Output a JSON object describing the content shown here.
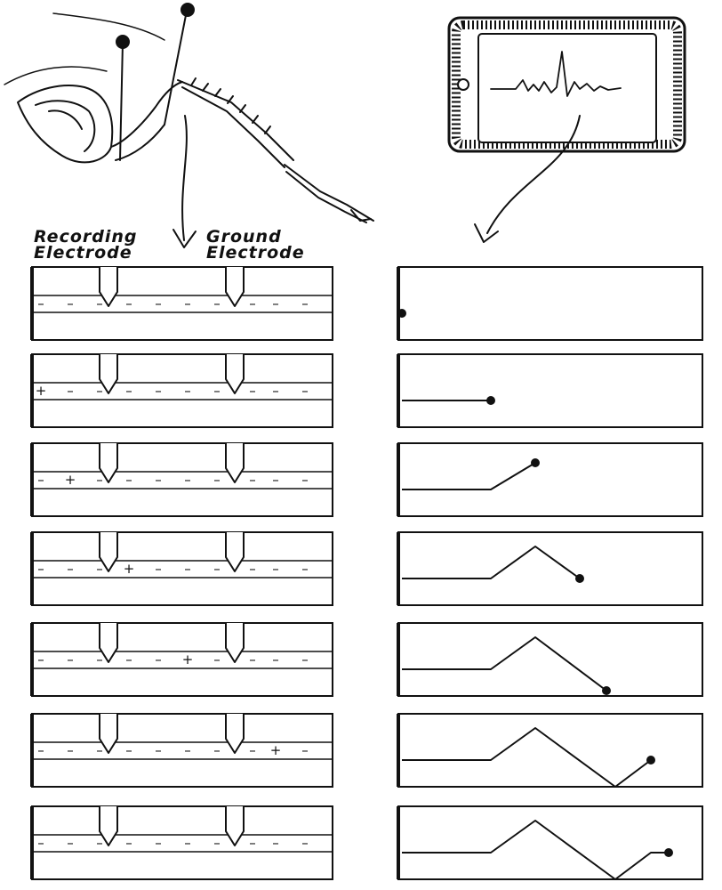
{
  "labels": {
    "recording_electrode": [
      "Recording",
      "Electrode"
    ],
    "ground_electrode": [
      "Ground",
      "Electrode"
    ]
  },
  "illustrations": {
    "insect": "mantis-leg-with-pins",
    "device": "tablet-showing-spike"
  },
  "stages": [
    {
      "signs": [
        "–",
        "–",
        "–",
        "–",
        "–",
        "–",
        "–",
        "–",
        "–",
        "–"
      ],
      "plus_index": -1,
      "trace": [
        [
          0,
          0
        ]
      ]
    },
    {
      "signs": [
        "+",
        "–",
        "–",
        "–",
        "–",
        "–",
        "–",
        "–",
        "–",
        "–"
      ],
      "plus_index": 0,
      "trace": [
        [
          0,
          0
        ],
        [
          1,
          0
        ]
      ]
    },
    {
      "signs": [
        "–",
        "+",
        "–",
        "–",
        "–",
        "–",
        "–",
        "–",
        "–",
        "–"
      ],
      "plus_index": 1,
      "trace": [
        [
          0,
          0
        ],
        [
          1,
          0
        ],
        [
          1.5,
          0.5
        ]
      ]
    },
    {
      "signs": [
        "–",
        "–",
        "–",
        "+",
        "–",
        "–",
        "–",
        "–",
        "–",
        "–"
      ],
      "plus_index": 3,
      "trace": [
        [
          0,
          0
        ],
        [
          1,
          0
        ],
        [
          1.5,
          0.6
        ],
        [
          2,
          0
        ]
      ]
    },
    {
      "signs": [
        "–",
        "–",
        "–",
        "–",
        "–",
        "+",
        "–",
        "–",
        "–",
        "–"
      ],
      "plus_index": 5,
      "trace": [
        [
          0,
          0
        ],
        [
          1,
          0
        ],
        [
          1.5,
          0.6
        ],
        [
          2.3,
          -0.4
        ]
      ]
    },
    {
      "signs": [
        "–",
        "–",
        "–",
        "–",
        "–",
        "–",
        "–",
        "–",
        "+",
        "–"
      ],
      "plus_index": 8,
      "trace": [
        [
          0,
          0
        ],
        [
          1,
          0
        ],
        [
          1.5,
          0.6
        ],
        [
          2.4,
          -0.5
        ],
        [
          2.8,
          0
        ]
      ]
    },
    {
      "signs": [
        "–",
        "–",
        "–",
        "–",
        "–",
        "–",
        "–",
        "–",
        "–",
        "–"
      ],
      "plus_index": -1,
      "trace": [
        [
          0,
          0
        ],
        [
          1,
          0
        ],
        [
          1.5,
          0.6
        ],
        [
          2.4,
          -0.5
        ],
        [
          2.8,
          0
        ],
        [
          3,
          0
        ]
      ]
    }
  ]
}
